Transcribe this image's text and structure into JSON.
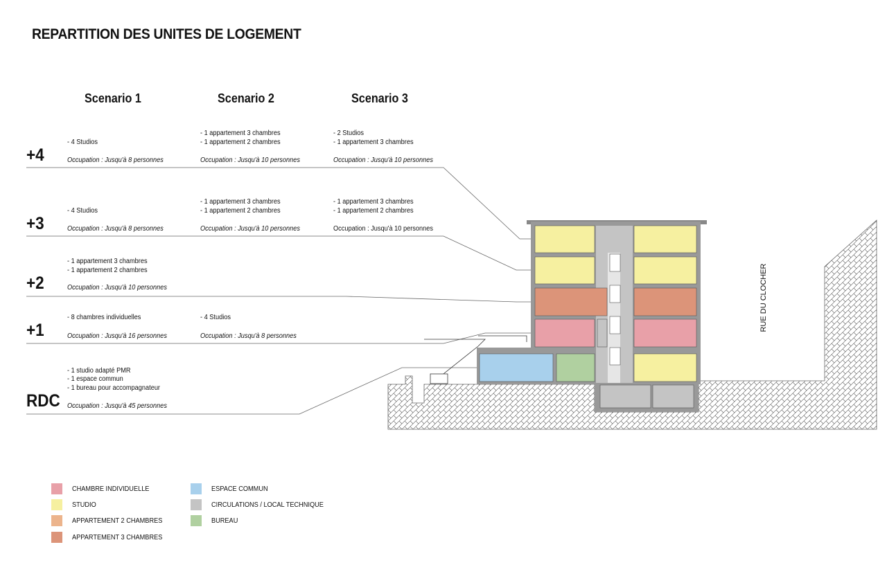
{
  "title": "REPARTITION DES UNITES DE LOGEMENT",
  "scenarios": [
    "Scenario 1",
    "Scenario 2",
    "Scenario 3"
  ],
  "floors": [
    {
      "label": "+4",
      "s1": {
        "items": [
          "- 4 Studios"
        ],
        "occupation": "Occupation : Jusqu'à 8 personnes"
      },
      "s2": {
        "items": [
          "- 1 appartement 3 chambres",
          "- 1 appartement 2 chambres"
        ],
        "occupation": "Occupation : Jusqu'à 10 personnes"
      },
      "s3": {
        "items": [
          "- 2 Studios",
          "- 1 appartement 3 chambres"
        ],
        "occupation": "Occupation : Jusqu'à 10 personnes"
      }
    },
    {
      "label": "+3",
      "s1": {
        "items": [
          "- 4 Studios"
        ],
        "occupation": "Occupation : Jusqu'à 8 personnes"
      },
      "s2": {
        "items": [
          "- 1 appartement 3 chambres",
          "- 1 appartement 2 chambres"
        ],
        "occupation": "Occupation : Jusqu'à 10 personnes"
      },
      "s3": {
        "items": [
          "- 1 appartement 3 chambres",
          "- 1 appartement 2 chambres"
        ],
        "occupation": "Occupation : Jusqu'à 10 personnes"
      }
    },
    {
      "label": "+2",
      "s1": {
        "items": [
          "- 1 appartement 3 chambres",
          "- 1 appartement 2 chambres"
        ],
        "occupation": "Occupation : Jusqu'à 10 personnes"
      }
    },
    {
      "label": "+1",
      "s1": {
        "items": [
          "- 8 chambres individuelles"
        ],
        "occupation": "Occupation : Jusqu'à 16 personnes"
      },
      "s2": {
        "items": [
          "- 4 Studios"
        ],
        "occupation": "Occupation : Jusqu'à 8 personnes"
      }
    },
    {
      "label": "RDC",
      "s1": {
        "items": [
          "- 1 studio adapté PMR",
          "- 1 espace commun",
          "- 1 bureau pour accompagnateur"
        ],
        "occupation": "Occupation : Jusqu'à 45 personnes"
      }
    }
  ],
  "street": "RUE DU CLOCHER",
  "legend": [
    {
      "label": "CHAMBRE INDIVIDUELLE",
      "color": "#e8a0a8"
    },
    {
      "label": "STUDIO",
      "color": "#f6f0a0"
    },
    {
      "label": "APPARTEMENT 2 CHAMBRES",
      "color": "#ecb48c"
    },
    {
      "label": "APPARTEMENT 3 CHAMBRES",
      "color": "#dc9479"
    },
    {
      "label": "ESPACE COMMUN",
      "color": "#a8d0ec"
    },
    {
      "label": "CIRCULATIONS / LOCAL TECHNIQUE",
      "color": "#c4c4c4"
    },
    {
      "label": "BUREAU",
      "color": "#b0d0a0"
    }
  ]
}
